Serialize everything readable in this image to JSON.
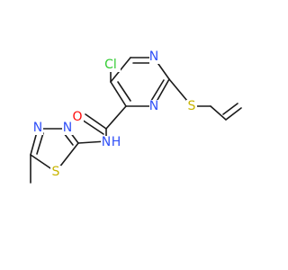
{
  "atoms": {
    "chlorine": {
      "text": "Cl",
      "color": "#33cc33"
    },
    "nitrogen_ring_top": {
      "text": "N",
      "color": "#3050f8"
    },
    "nitrogen_ring_bottom": {
      "text": "N",
      "color": "#3050f8"
    },
    "sulfur_thioether": {
      "text": "S",
      "color": "#c8b400"
    },
    "oxygen_carbonyl": {
      "text": "O",
      "color": "#ff0d0d"
    },
    "nitrogen_amide": {
      "text": "N",
      "color": "#3050f8"
    },
    "hydrogen_amide": {
      "text": "H",
      "color": "#3050f8"
    },
    "nitrogen_thiadiazole_1": {
      "text": "N",
      "color": "#3050f8"
    },
    "nitrogen_thiadiazole_2": {
      "text": "N",
      "color": "#3050f8"
    },
    "sulfur_thiadiazole": {
      "text": "S",
      "color": "#c8b400"
    }
  },
  "colors": {
    "bond": "#1a1a1a",
    "background": "#ffffff"
  }
}
